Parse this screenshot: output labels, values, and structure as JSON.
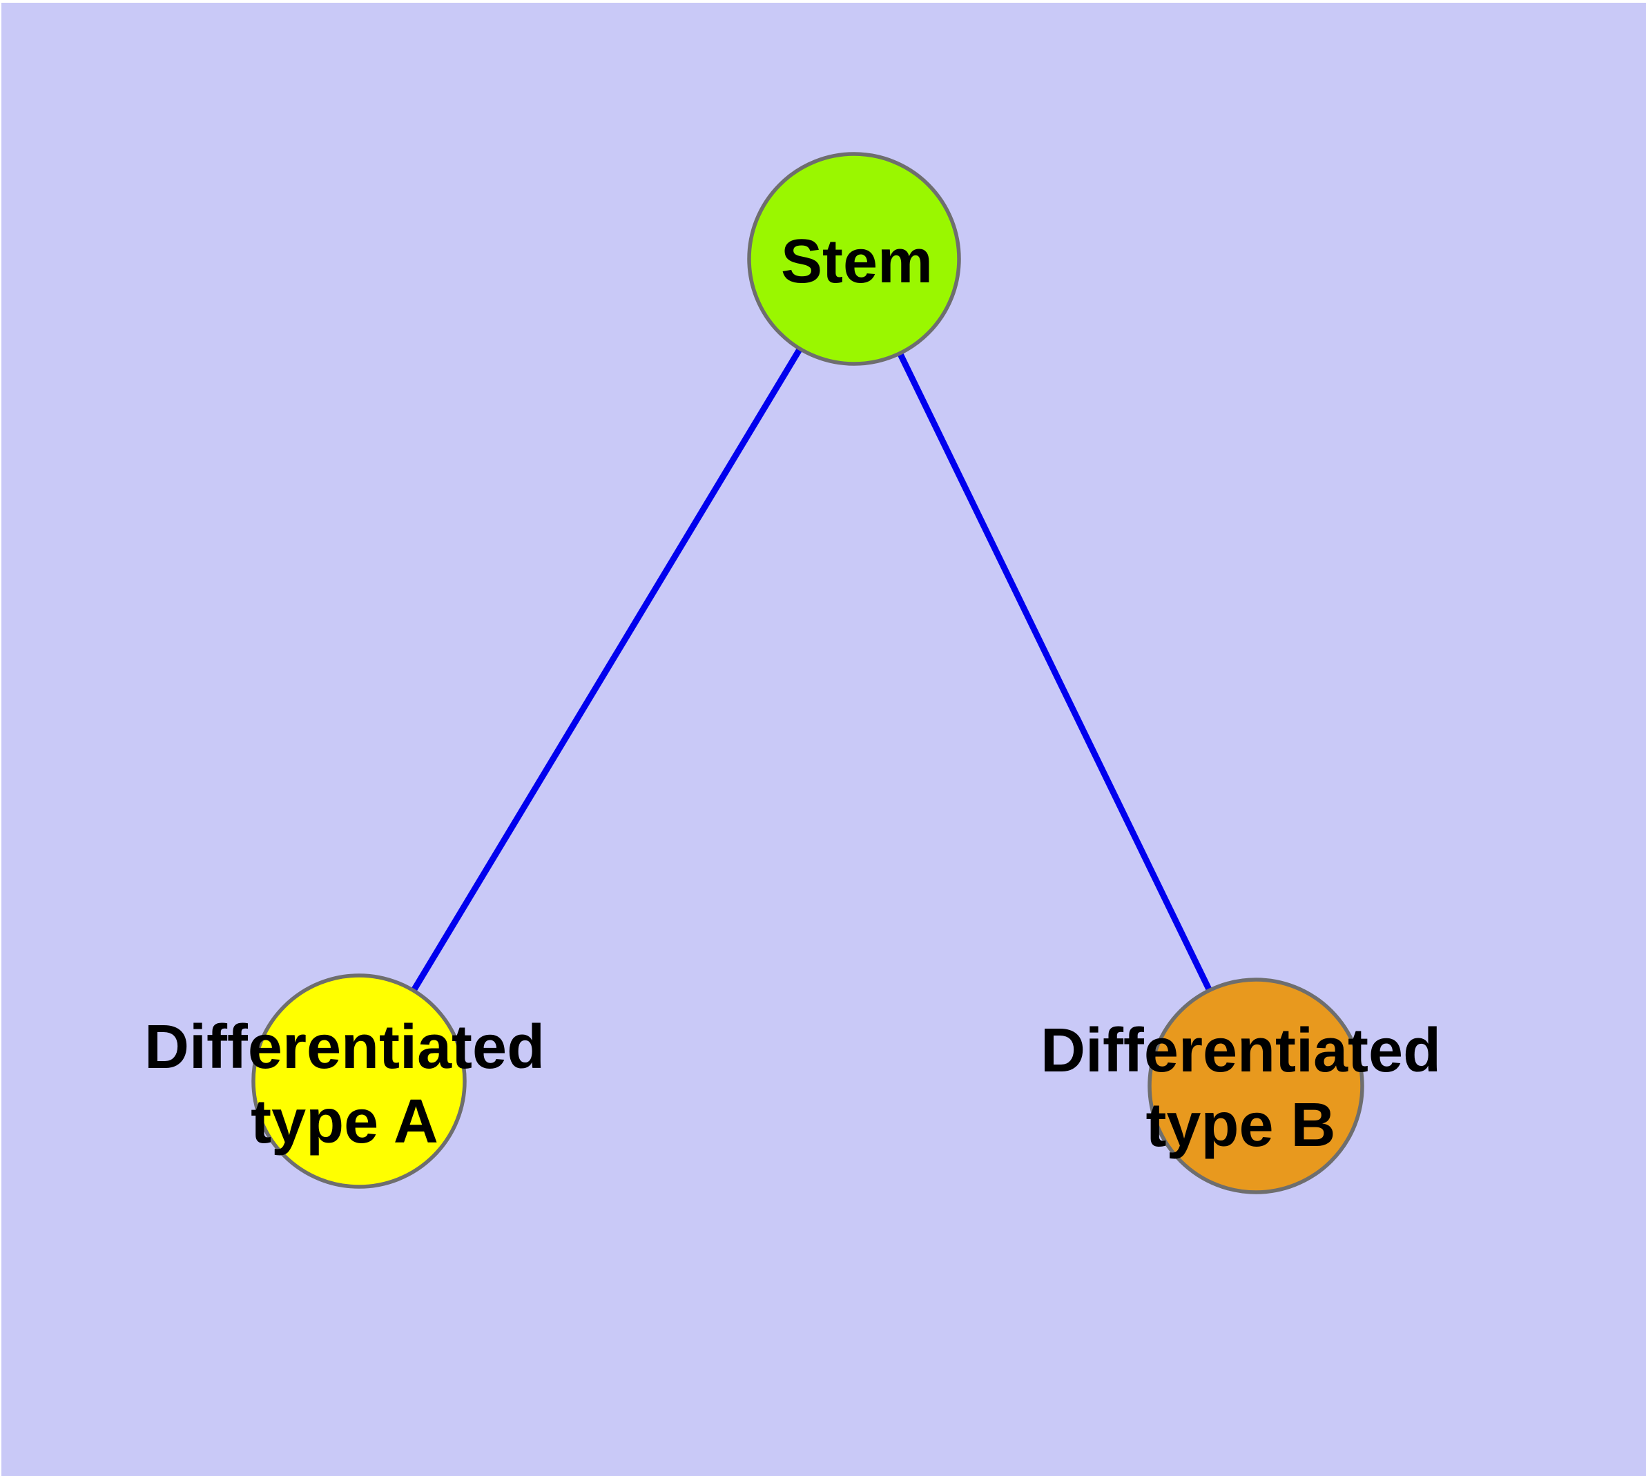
{
  "canvas": {
    "background": "#C9C9F7",
    "margin_color": "#FFFFFF"
  },
  "diagram": {
    "type": "graph",
    "description": "Stem cell differentiation tree: a Stem node linked to two differentiated cell-type nodes",
    "nodes": [
      {
        "id": "stem",
        "label": "Stem",
        "fill": "#9AF700",
        "border": "#6E6E6E"
      },
      {
        "id": "type-a",
        "label": "Differentiated\ntype A",
        "fill": "#FFFF00",
        "border": "#6E6E6E"
      },
      {
        "id": "type-b",
        "label": "Differentiated\ntype B",
        "fill": "#E8991E",
        "border": "#6E6E6E"
      }
    ],
    "edges": [
      {
        "from": "stem",
        "to": "type-a",
        "color": "#0000EE"
      },
      {
        "from": "stem",
        "to": "type-b",
        "color": "#0000EE"
      }
    ]
  }
}
